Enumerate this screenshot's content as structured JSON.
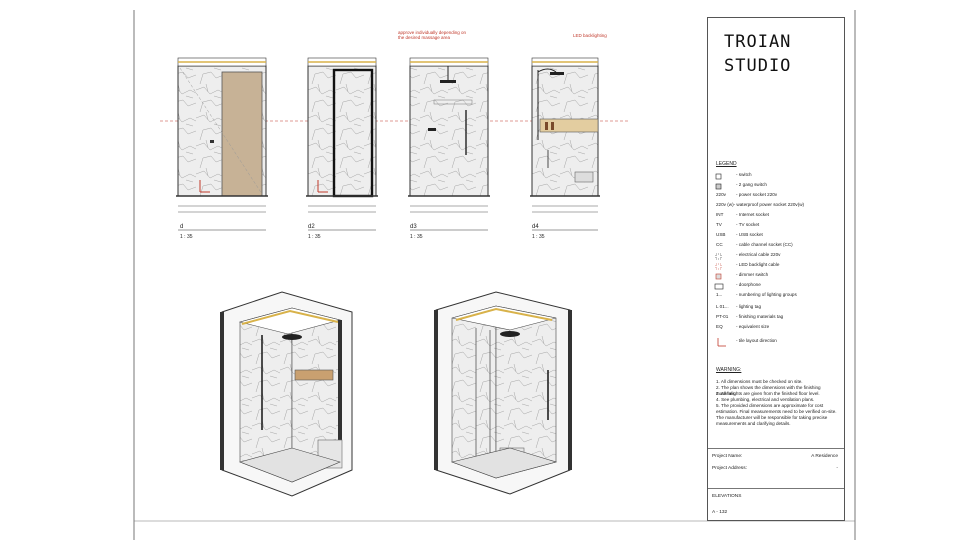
{
  "studio": {
    "line1": "TROIAN",
    "line2": "STUDIO"
  },
  "notes": {
    "massage": "approve individually depending on the desired massage area",
    "led": "LED backlighting"
  },
  "views": [
    {
      "name": "d",
      "scale": "1 : 35"
    },
    {
      "name": "d2",
      "scale": "1 : 35"
    },
    {
      "name": "d3",
      "scale": "1 : 35"
    },
    {
      "name": "d4",
      "scale": "1 : 35"
    }
  ],
  "legend": {
    "title": "LEGEND",
    "items": [
      {
        "sym": "",
        "label": "- switch"
      },
      {
        "sym": "",
        "label": "- 2 gang switch"
      },
      {
        "sym": "220v",
        "label": "- power socket 220v"
      },
      {
        "sym": "",
        "label": "220v (w)- waterproof power socket 220v(w)"
      },
      {
        "sym": "INT",
        "label": "- Internet socket"
      },
      {
        "sym": "TV",
        "label": "- TV socket"
      },
      {
        "sym": "USB",
        "label": "- USB socket"
      },
      {
        "sym": "CC",
        "label": "- cable channel socket (CC)"
      },
      {
        "sym": "",
        "label": "- electrical cable 220v"
      },
      {
        "sym": "",
        "label": "- LED backlight cable"
      },
      {
        "sym": "",
        "label": "- dimmer switch"
      },
      {
        "sym": "",
        "label": "- doorphone"
      },
      {
        "sym": "1...",
        "label": "- numbering of lighting groups"
      },
      {
        "sym": "L 01...",
        "label": "- lighting tag"
      },
      {
        "sym": "PT-01",
        "label": "- finishing materials tag"
      },
      {
        "sym": "EQ",
        "label": "- equivalent size"
      },
      {
        "sym": "",
        "label": "- tile layout direction"
      }
    ]
  },
  "warning": {
    "title": "WARNING:",
    "items": [
      "1. All dimensions must be checked on site.",
      "2. The plan shows the dimensions with the finishing materials.",
      "3. All heights are given from the finished floor level.",
      "4. See plumbing, electrical and ventilation plans.",
      "5. The provided dimensions are approximate for cost estimation. Final measurements need to be verified on-site. The manufacturer will be responsible for taking precise measurements and clarifying details."
    ]
  },
  "project": {
    "name_label": "Project Name:",
    "name_value": "A Residence",
    "address_label": "Project Address:",
    "address_value": "-"
  },
  "sheet": {
    "title": "ELEVATIONS",
    "number": "A - 132"
  },
  "colors": {
    "red": "#c0392b",
    "wood": "#c7b296",
    "marble": "#eeeeee",
    "gold": "#d8b24a"
  }
}
